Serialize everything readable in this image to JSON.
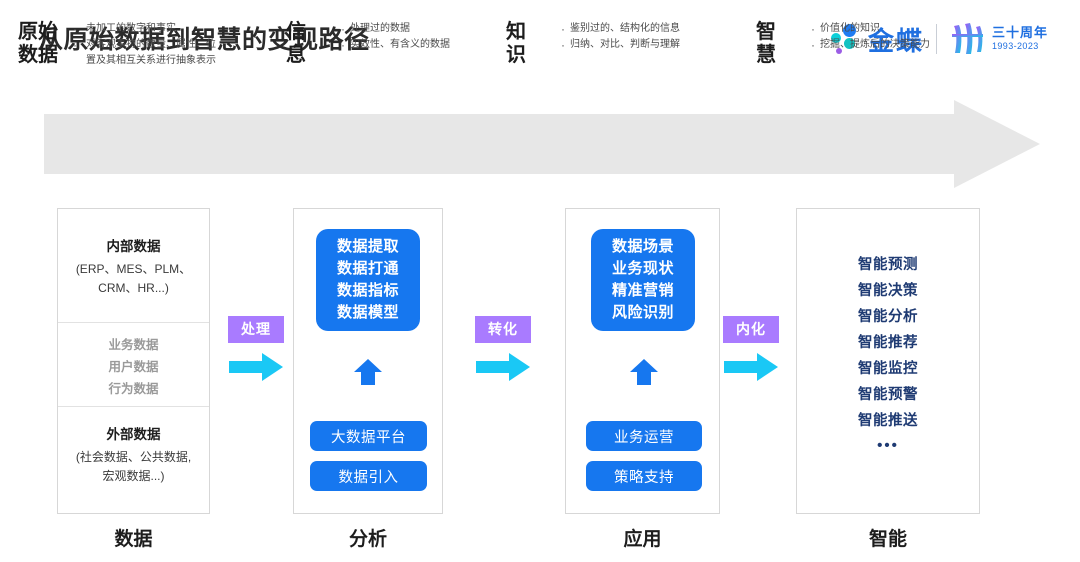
{
  "header": {
    "title": "从原始数据到智慧的变现路径",
    "brand": {
      "name": "金蝶",
      "anniversary_cn": "三十周年",
      "anniversary_years": "1993-2023"
    }
  },
  "banner": {
    "groups": [
      {
        "term": "原始\n数据",
        "bullets": [
          "未加工的数字和事实",
          "对客观事物的数量、属性、位\n置及其相互关系进行抽象表示"
        ]
      },
      {
        "term": "信\n息",
        "bullets": [
          "处理过的数据",
          "实效性、有含义的数据"
        ]
      },
      {
        "term": "知\n识",
        "bullets": [
          "鉴别过的、结构化的信息",
          "归纳、对比、判断与理解"
        ]
      },
      {
        "term": "智\n慧",
        "bullets": [
          "价值化的知识",
          "挖掘、提炼后的决策能力"
        ]
      }
    ],
    "bullet_glyph": "·"
  },
  "columns": {
    "data": {
      "footer_label": "数据",
      "internal_title": "内部数据",
      "internal_sub": "(ERP、MES、PLM、\nCRM、HR...)",
      "middle_items": [
        "业务数据",
        "用户数据",
        "行为数据"
      ],
      "external_title": "外部数据",
      "external_sub": "(社会数据、公共数据,\n宏观数据...)"
    },
    "analysis": {
      "footer_label": "分析",
      "top_box": "数据提取\n数据打通\n数据指标\n数据模型",
      "pills": [
        "大数据平台",
        "数据引入"
      ]
    },
    "apply": {
      "footer_label": "应用",
      "top_box": "数据场景\n业务现状\n精准营销\n风险识别",
      "pills": [
        "业务运营",
        "策略支持"
      ]
    },
    "intelligence": {
      "footer_label": "智能",
      "items": [
        "智能预测",
        "智能决策",
        "智能分析",
        "智能推荐",
        "智能监控",
        "智能预警",
        "智能推送"
      ],
      "ellipsis": "•••"
    }
  },
  "connectors": [
    {
      "label": "处理"
    },
    {
      "label": "转化"
    },
    {
      "label": "内化"
    }
  ],
  "colors": {
    "brand_blue": "#1f6fe0",
    "box_blue": "#1677ef",
    "arrow_cyan": "#1ac8f5",
    "connector_purple": "#a97bff",
    "banner_grey": "#e7e7e7",
    "intel_navy": "#1f3b73"
  }
}
